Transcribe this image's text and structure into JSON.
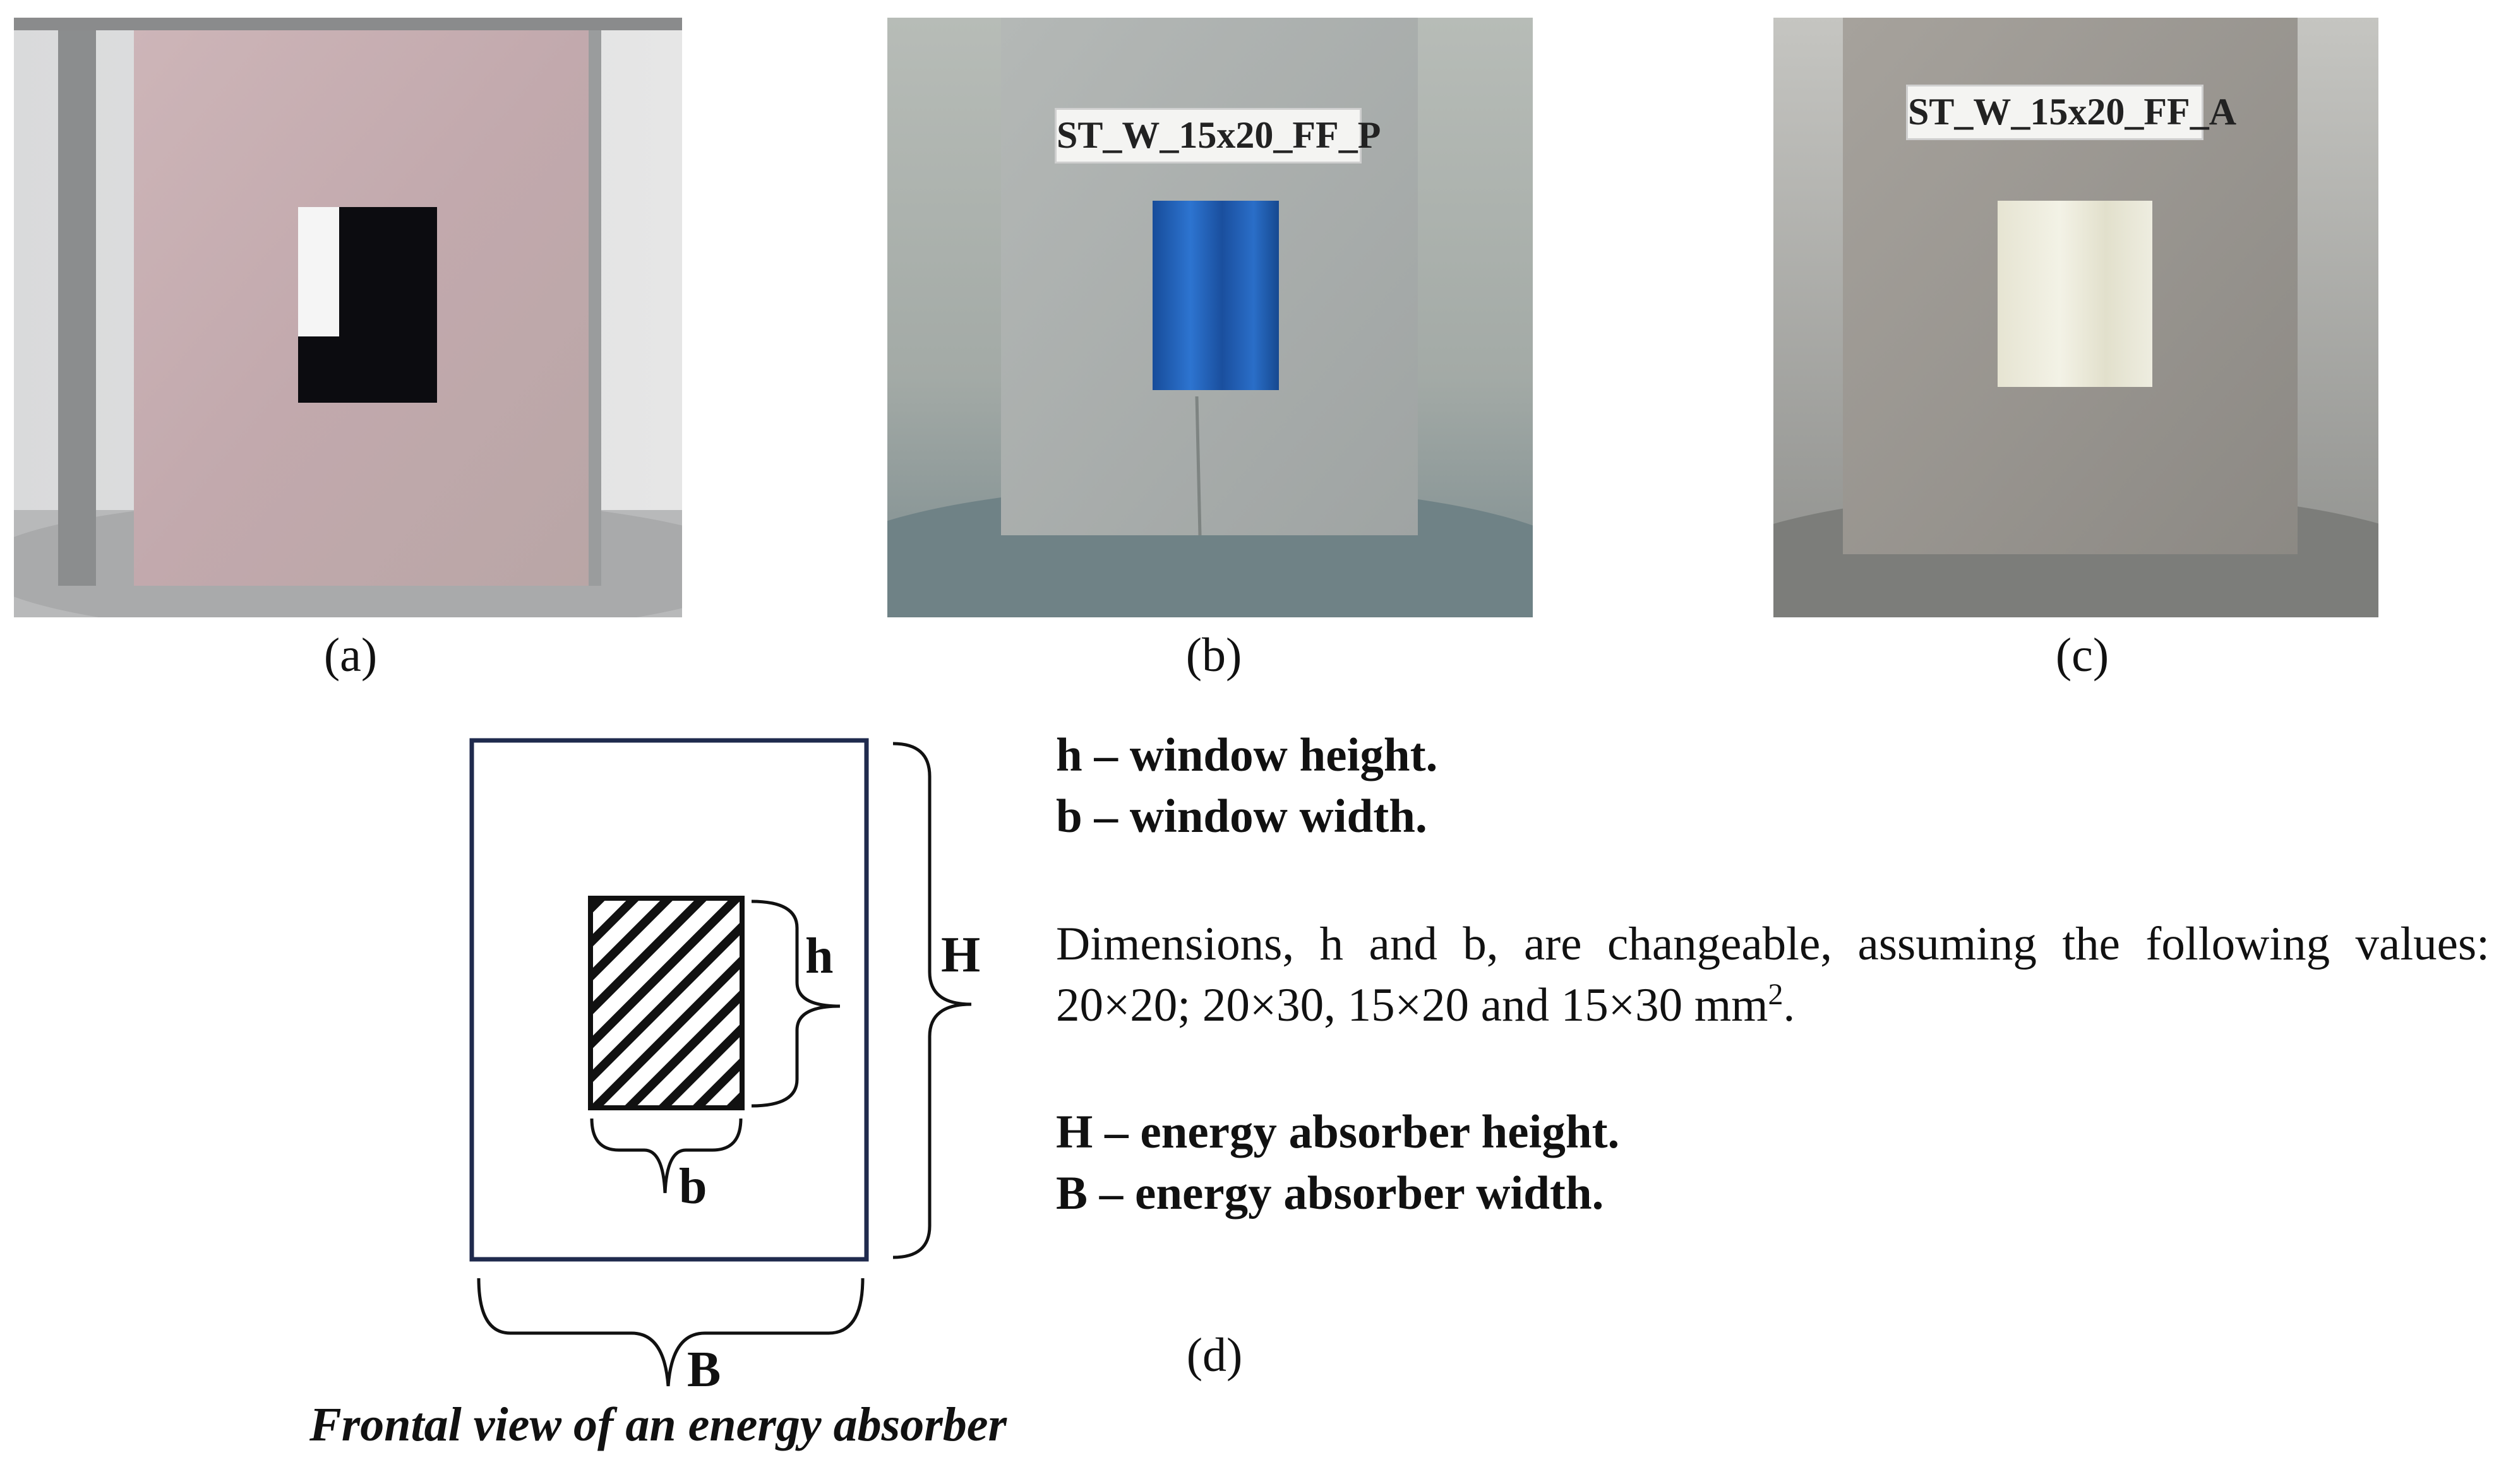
{
  "captions": {
    "a": "(a)",
    "b": "(b)",
    "c": "(c)",
    "d": "(d)"
  },
  "photos": {
    "b_label": "ST_W_15x20_FF_P",
    "c_label": "ST_W_15x20_FF_A"
  },
  "diagram": {
    "h": "h",
    "b": "b",
    "H": "H",
    "B": "B",
    "title": "Frontal view of an energy absorber"
  },
  "legend": {
    "h_def": "h – window height.",
    "b_def": "b – window width.",
    "dims_text": "Dimensions, h and b, are changeable, assuming the following values: 20×20; 20×30, 15×20 and 15×30 mm",
    "dims_sup": "2",
    "dims_end": ".",
    "H_def": "H – energy absorber height.",
    "B_def": "B – energy absorber width."
  },
  "colors": {
    "frame_border": "#1f2a4d",
    "photo_a_tint": "#c9b2b6",
    "photo_b_window": "#1f5fb5",
    "photo_c_window": "#ece9d8"
  }
}
